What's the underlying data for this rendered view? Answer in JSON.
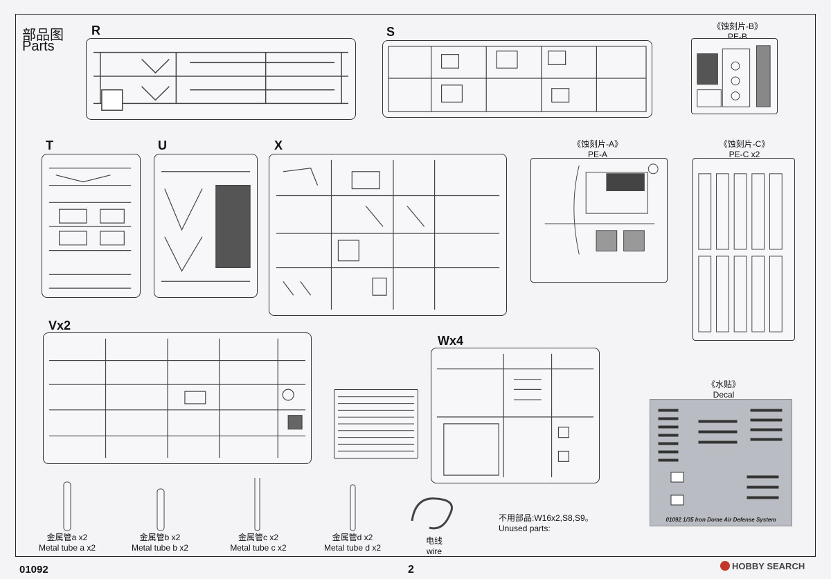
{
  "header": {
    "title_zh": "部品图",
    "title_en": "Parts"
  },
  "sprues": {
    "r": "R",
    "s": "S",
    "t": "T",
    "u": "U",
    "x": "X",
    "v": "Vx2",
    "w": "Wx4"
  },
  "photo_etch": {
    "pe_b": {
      "zh": "《蚀刻片-B》",
      "en": "PE-B"
    },
    "pe_a": {
      "zh": "《蚀刻片-A》",
      "en": "PE-A"
    },
    "pe_c": {
      "zh": "《蚀刻片-C》",
      "en": "PE-C x2"
    }
  },
  "decal": {
    "zh": "《水贴》",
    "en": "Decal",
    "footer": "01092 1/35  Iron Dome Air Defense System"
  },
  "tubes": [
    {
      "zh": "金属管a x2",
      "en": "Metal tube a x2"
    },
    {
      "zh": "金属管b x2",
      "en": "Metal tube b x2"
    },
    {
      "zh": "金属管c x2",
      "en": "Metal tube c x2"
    },
    {
      "zh": "金属管d x2",
      "en": "Metal tube d x2"
    }
  ],
  "wire": {
    "zh": "电线",
    "en": "wire"
  },
  "unused": {
    "zh": "不用部品:W16x2,S8,S9。",
    "en": "Unused parts:"
  },
  "footer": {
    "code": "01092",
    "page": "2"
  },
  "watermark": "HOBBY SEARCH"
}
